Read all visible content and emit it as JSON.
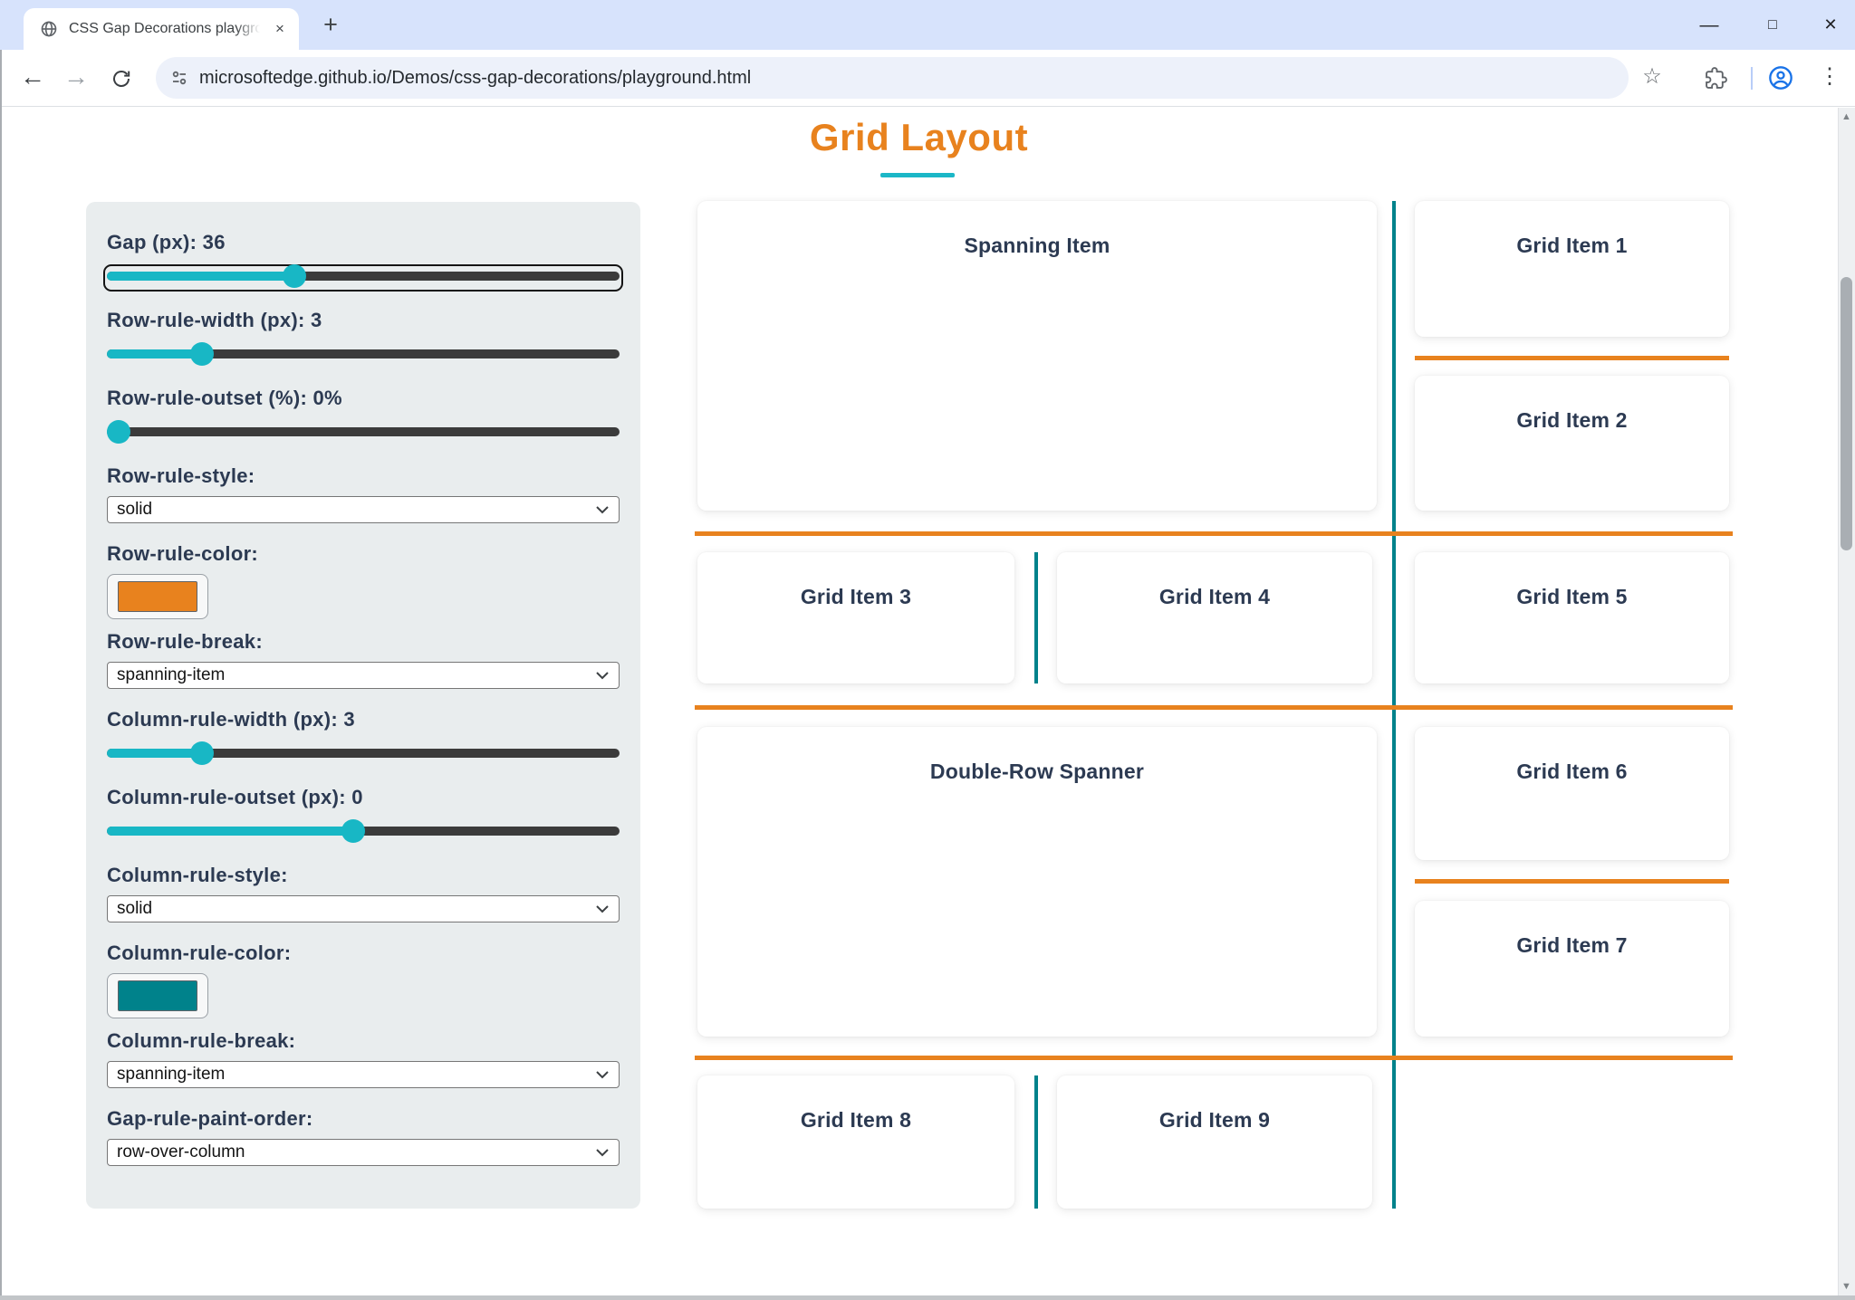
{
  "browser": {
    "tab": {
      "title": "CSS Gap Decorations playgroun",
      "close_glyph": "×"
    },
    "new_tab_glyph": "+",
    "window_controls": {
      "minimize": "—",
      "maximize": "□",
      "close": "✕"
    },
    "toolbar": {
      "back_glyph": "←",
      "forward_glyph": "→",
      "url": "microsoftedge.github.io/Demos/css-gap-decorations/playground.html",
      "star_glyph": "☆",
      "menu_dots_glyph": "⋮"
    },
    "scrollbar": {
      "up_glyph": "▲",
      "down_glyph": "▼"
    }
  },
  "page": {
    "title": "Grid Layout",
    "accent_orange": "#E8821E",
    "accent_teal": "#00828B",
    "accent_teal_bright": "#1BB7C7",
    "slider_teal": "#18B7C5"
  },
  "sidebar": {
    "controls": [
      {
        "type": "slider",
        "label": "Gap (px): 36",
        "fraction": 0.36,
        "focused": true
      },
      {
        "type": "slider",
        "label": "Row-rule-width (px): 3",
        "fraction": 0.17
      },
      {
        "type": "slider",
        "label": "Row-rule-outset (%): 0%",
        "fraction": 0
      },
      {
        "type": "select",
        "label": "Row-rule-style:",
        "value": "solid"
      },
      {
        "type": "color",
        "label": "Row-rule-color:",
        "value": "#E8821E"
      },
      {
        "type": "select",
        "label": "Row-rule-break:",
        "value": "spanning-item"
      },
      {
        "type": "slider",
        "label": "Column-rule-width (px): 3",
        "fraction": 0.17
      },
      {
        "type": "slider",
        "label": "Column-rule-outset (px): 0",
        "fraction": 0.48
      },
      {
        "type": "select",
        "label": "Column-rule-style:",
        "value": "solid"
      },
      {
        "type": "color",
        "label": "Column-rule-color:",
        "value": "#00828B"
      },
      {
        "type": "select",
        "label": "Column-rule-break:",
        "value": "spanning-item"
      },
      {
        "type": "select",
        "label": "Gap-rule-paint-order:",
        "value": "row-over-column"
      }
    ]
  },
  "grid": {
    "items": [
      "Spanning Item",
      "Grid Item 1",
      "Grid Item 2",
      "Grid Item 3",
      "Grid Item 4",
      "Grid Item 5",
      "Double-Row Spanner",
      "Grid Item 6",
      "Grid Item 7",
      "Grid Item 8",
      "Grid Item 9"
    ]
  }
}
